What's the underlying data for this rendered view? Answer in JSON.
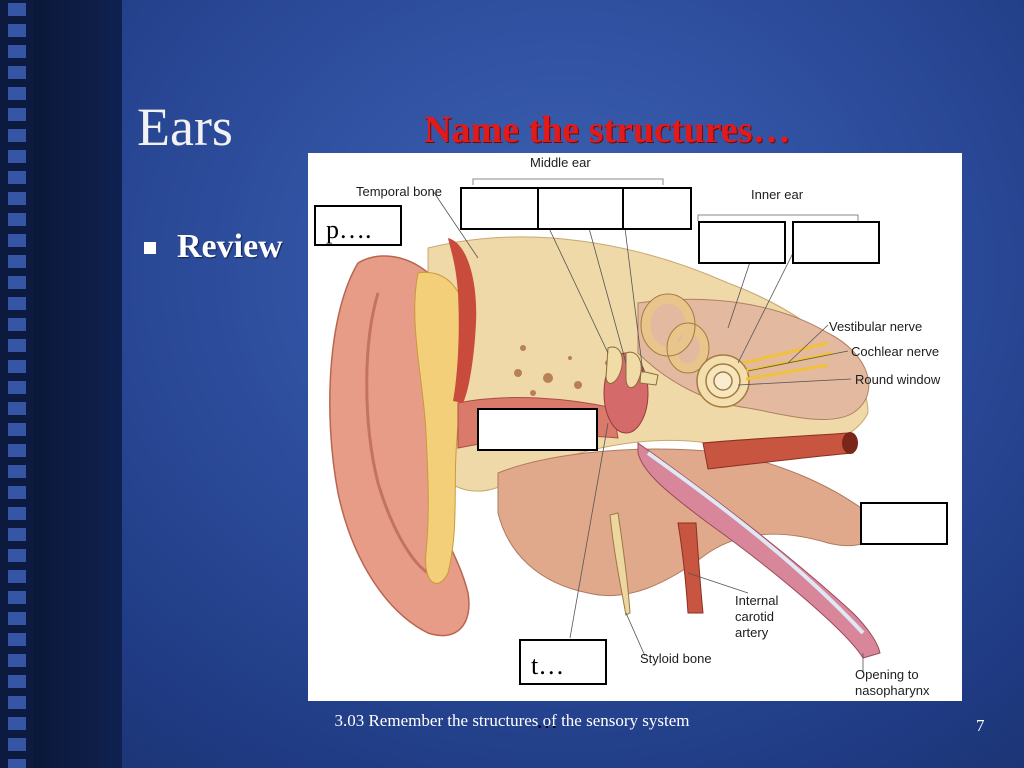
{
  "slide": {
    "title": "Ears",
    "heading": "Name the structures…",
    "bullet": "Review",
    "footer": "3.03 Remember the structures of the sensory system",
    "page_number": "7"
  },
  "diagram": {
    "labels": {
      "middle_ear": "Middle ear",
      "temporal_bone": "Temporal bone",
      "inner_ear": "Inner ear",
      "vestibular_nerve": "Vestibular nerve",
      "cochlear_nerve": "Cochlear nerve",
      "round_window": "Round window",
      "internal_carotid_1": "Internal",
      "internal_carotid_2": "carotid",
      "internal_carotid_3": "artery",
      "styloid_bone": "Styloid bone",
      "opening_1": "Opening to",
      "opening_2": "nasopharynx"
    },
    "answer_boxes": {
      "pinna_hint": "p….",
      "tympanic_hint": "t…",
      "tympanic_overflow": "…"
    }
  },
  "colors": {
    "background": "#2e4e9e",
    "heading": "#e21a1a",
    "skin": "#e8a48a",
    "bone": "#efd9a8",
    "canal": "#c9616a"
  }
}
